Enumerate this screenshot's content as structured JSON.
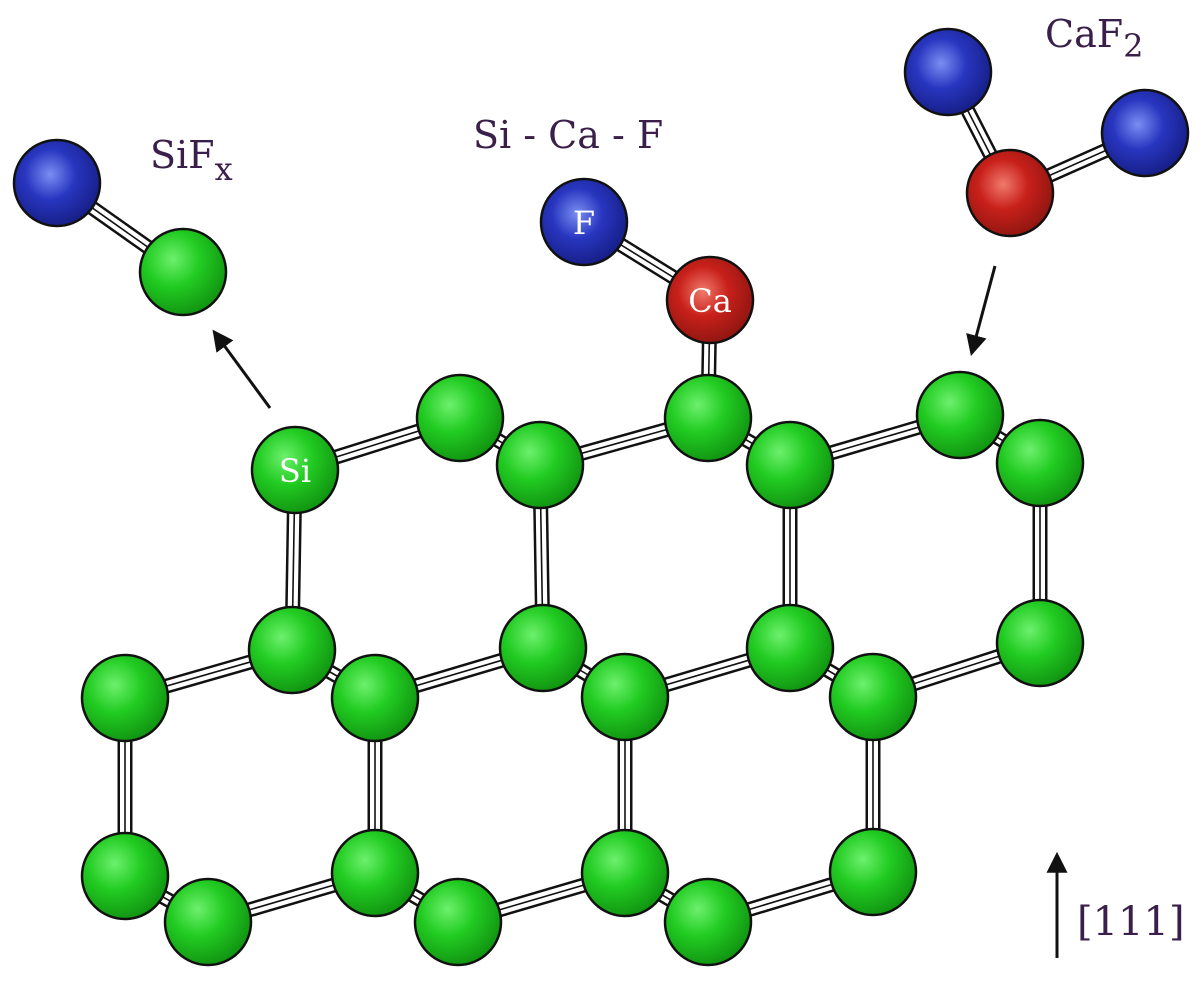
{
  "labels": {
    "sifx_main": "SiF",
    "sifx_sub": "x",
    "sicaf": "Si - Ca - F",
    "caf2_main": "CaF",
    "caf2_sub": "2",
    "direction": "[111]"
  },
  "atom_labels": {
    "si": "Si",
    "f": "F",
    "ca": "Ca"
  },
  "colors": {
    "silicon": "#22cc22",
    "fluorine": "#2233bb",
    "calcium": "#c8201a",
    "bond": "#ffffff",
    "outline": "#111111",
    "text": "#3a1f4a"
  }
}
